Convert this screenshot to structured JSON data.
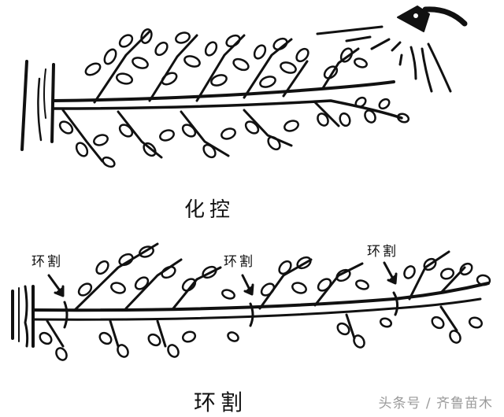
{
  "figure": {
    "top_panel": {
      "caption": "化控",
      "tool": "sprayer-icon"
    },
    "bottom_panel": {
      "caption": "环割",
      "markers": [
        {
          "label": "环割",
          "position": "near-trunk"
        },
        {
          "label": "环割",
          "position": "mid-branch"
        },
        {
          "label": "环割",
          "position": "branch-tip"
        }
      ]
    }
  },
  "watermark": "头条号 / 齐鲁苗木",
  "colors": {
    "ink": "#111111",
    "background": "#ffffff",
    "watermark": "#9a9a9a"
  }
}
